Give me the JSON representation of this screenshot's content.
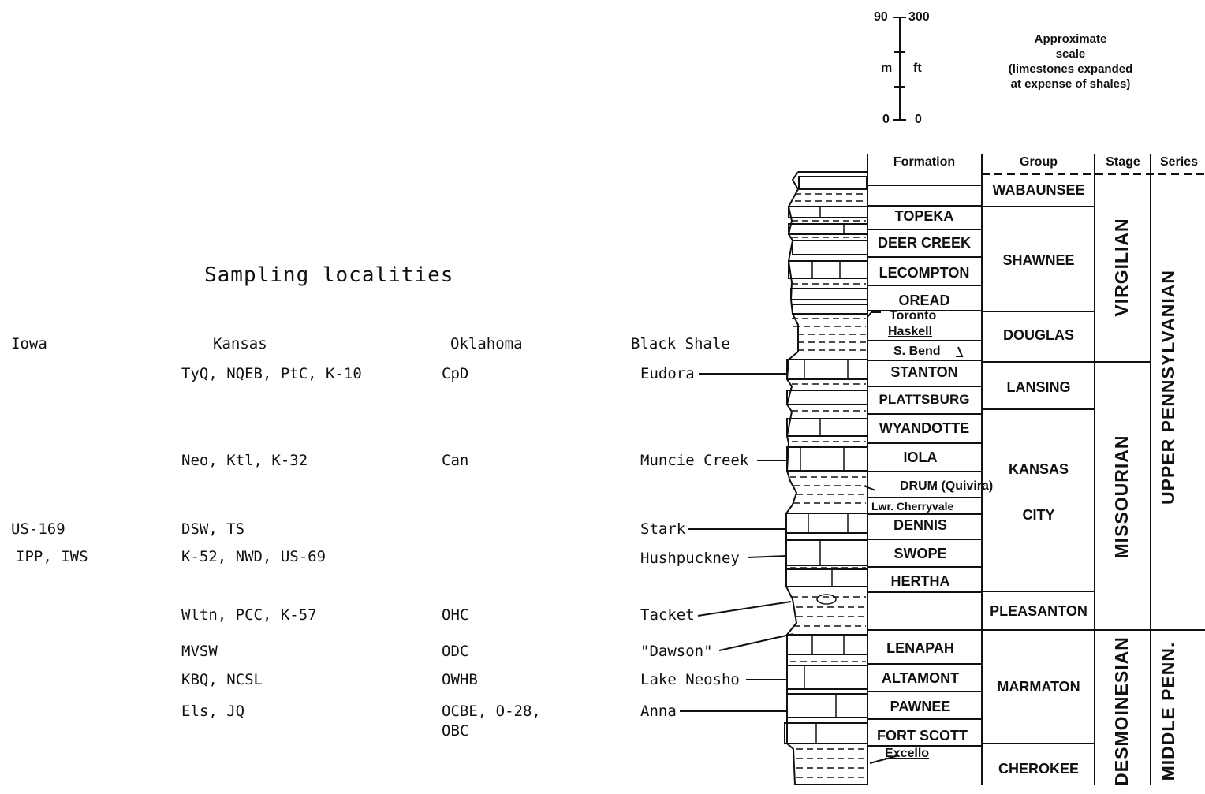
{
  "title": "Sampling localities",
  "headers": {
    "iowa": "Iowa",
    "kansas": "Kansas",
    "oklahoma": "Oklahoma",
    "black_shale": "Black Shale"
  },
  "rows": [
    {
      "iowa": "",
      "kansas": "TyQ, NQEB, PtC, K-10",
      "oklahoma": "CpD",
      "shale": "Eudora"
    },
    {
      "iowa": "",
      "kansas": "Neo, Ktl, K-32",
      "oklahoma": "Can",
      "shale": "Muncie Creek"
    },
    {
      "iowa": "US-169",
      "kansas": "DSW, TS",
      "oklahoma": "",
      "shale": "Stark"
    },
    {
      "iowa": "IPP, IWS",
      "kansas": "K-52, NWD, US-69",
      "oklahoma": "",
      "shale": "Hushpuckney"
    },
    {
      "iowa": "",
      "kansas": "Wltn, PCC, K-57",
      "oklahoma": "OHC",
      "shale": "Tacket"
    },
    {
      "iowa": "",
      "kansas": "MVSW",
      "oklahoma": "ODC",
      "shale": "\"Dawson\""
    },
    {
      "iowa": "",
      "kansas": "KBQ, NCSL",
      "oklahoma": "OWHB",
      "shale": "Lake Neosho"
    },
    {
      "iowa": "",
      "kansas": "Els, JQ",
      "oklahoma": "OCBE, O-28,",
      "oklahoma2": "OBC",
      "shale": "Anna"
    }
  ],
  "scale": {
    "m_top": "90",
    "ft_top": "300",
    "m_label": "m",
    "ft_label": "ft",
    "m_bottom": "0",
    "ft_bottom": "0",
    "note_lines": [
      "Approximate",
      "scale",
      "(limestones expanded",
      "at expense of shales)"
    ]
  },
  "column_headers": {
    "formation": "Formation",
    "group": "Group",
    "stage": "Stage",
    "series": "Series"
  },
  "formations": [
    "TOPEKA",
    "DEER CREEK",
    "LECOMPTON",
    "OREAD",
    "Toronto",
    "Haskell",
    "S. Bend",
    "STANTON",
    "PLATTSBURG",
    "WYANDOTTE",
    "IOLA",
    "DRUM (Quivira)",
    "Lwr. Cherryvale",
    "DENNIS",
    "SWOPE",
    "HERTHA",
    "LENAPAH",
    "ALTAMONT",
    "PAWNEE",
    "FORT SCOTT",
    "Excello"
  ],
  "groups": [
    "WABAUNSEE",
    "SHAWNEE",
    "DOUGLAS",
    "LANSING",
    "KANSAS",
    "CITY",
    "PLEASANTON",
    "MARMATON",
    "CHEROKEE"
  ],
  "stages": [
    "VIRGILIAN",
    "MISSOURIAN",
    "DESMOINESIAN"
  ],
  "series": [
    "UPPER PENNSYLVANIAN",
    "MIDDLE PENN."
  ]
}
